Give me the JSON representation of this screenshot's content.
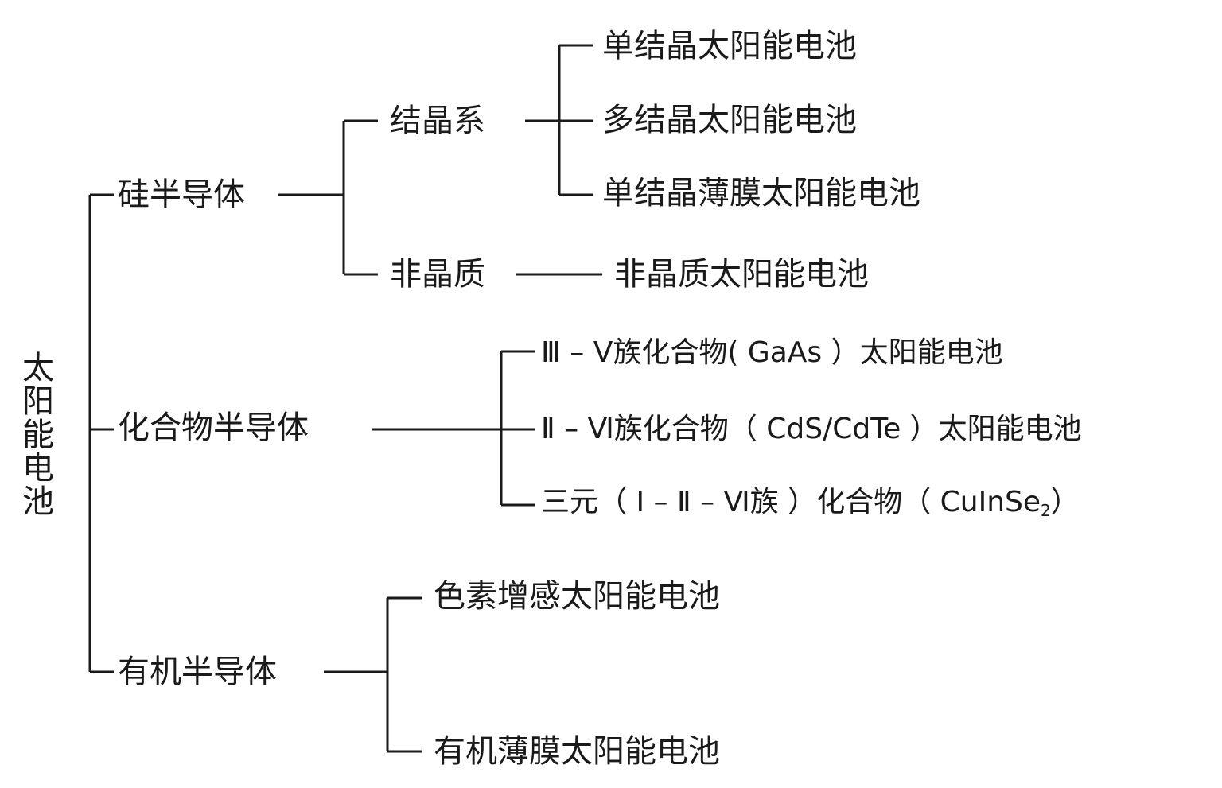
{
  "diagram": {
    "root": "太阳能电池",
    "categories": [
      {
        "label": "硅半导体",
        "groups": [
          {
            "label": "结晶系",
            "items": [
              "单结晶太阳能电池",
              "多结晶太阳能电池",
              "单结晶薄膜太阳能电池"
            ]
          },
          {
            "label": "非晶质",
            "items": [
              "非晶质太阳能电池"
            ]
          }
        ]
      },
      {
        "label": "化合物半导体",
        "items": [
          "Ⅲ – Ⅴ族化合物( GaAs ）太阳能电池",
          "Ⅱ – Ⅵ族化合物（ CdS/CdTe ）太阳能电池",
          "三元（ Ⅰ – Ⅱ – Ⅵ族 ）化合物（ CuInSe"
        ],
        "subscript": "2",
        "closing": "）"
      },
      {
        "label": "有机半导体",
        "items": [
          "色素增感太阳能电池",
          "有机薄膜太阳能电池"
        ]
      }
    ],
    "line_color": "#1a1a1a"
  }
}
